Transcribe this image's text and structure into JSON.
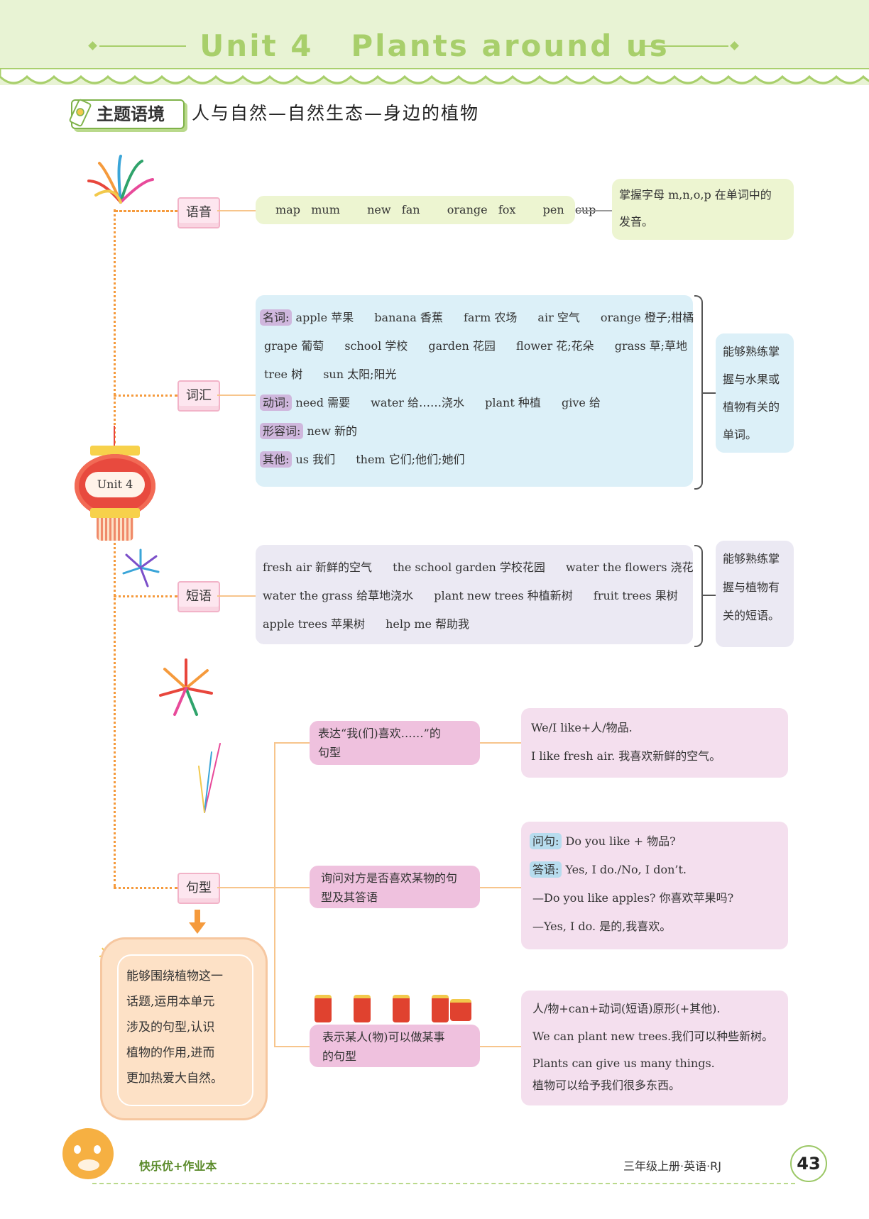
{
  "header": {
    "title": "Unit 4   Plants around us"
  },
  "theme": {
    "tag": "主题语境",
    "text": "人与自然—自然生态—身边的植物"
  },
  "center": {
    "label": "Unit 4"
  },
  "categories": {
    "pronunciation": "语音",
    "vocabulary": "词汇",
    "phrases": "短语",
    "sentences": "句型"
  },
  "pronunciation": {
    "words": [
      "map",
      "mum",
      "new",
      "fan",
      "orange",
      "fox",
      "pen",
      "cup"
    ],
    "goal_line1": "掌握字母 m,n,o,p 在单词中的",
    "goal_line2": "发音。"
  },
  "vocabulary": {
    "noun_label": "名词:",
    "noun_row1": [
      "apple 苹果",
      "banana 香蕉",
      "farm 农场",
      "air 空气",
      "orange 橙子;柑橘"
    ],
    "noun_row2": [
      "grape 葡萄",
      "school 学校",
      "garden 花园",
      "flower 花;花朵",
      "grass 草;草地"
    ],
    "noun_row3": [
      "tree 树",
      "sun 太阳;阳光"
    ],
    "verb_label": "动词:",
    "verbs": [
      "need 需要",
      "water 给……浇水",
      "plant 种植",
      "give 给"
    ],
    "adj_label": "形容词:",
    "adjs": [
      "new 新的"
    ],
    "other_label": "其他:",
    "others": [
      "us 我们",
      "them 它们;他们;她们"
    ],
    "goal": [
      "能够熟练掌",
      "握与水果或",
      "植物有关的",
      "单词。"
    ]
  },
  "phrases": {
    "row1": [
      "fresh air 新鲜的空气",
      "the school garden 学校花园",
      "water the flowers 浇花"
    ],
    "row2": [
      "water the grass 给草地浇水",
      "plant new trees 种植新树",
      "fruit trees 果树"
    ],
    "row3": [
      "apple trees 苹果树",
      "help me 帮助我"
    ],
    "goal": [
      "能够熟练掌",
      "握与植物有",
      "关的短语。"
    ]
  },
  "sentences": {
    "s1": {
      "title_line1": "表达“我(们)喜欢……”的",
      "title_line2": "句型",
      "lines": [
        "We/I like+人/物品.",
        "I like fresh air. 我喜欢新鲜的空气。"
      ]
    },
    "s2": {
      "title_line1": "询问对方是否喜欢某物的句",
      "title_line2": "型及其答语",
      "q_label": "问句:",
      "q_text": "Do you like + 物品?",
      "a_label": "答语:",
      "a_text": "Yes, I do./No, I don’t.",
      "ex1": "—Do you like apples? 你喜欢苹果吗?",
      "ex2": "—Yes, I do. 是的,我喜欢。"
    },
    "s3": {
      "title_line1": "表示某人(物)可以做某事",
      "title_line2": "的句型",
      "lines": [
        "人/物+can+动词(短语)原形(+其他).",
        "We can plant new trees.我们可以种些新树。",
        "Plants can give us many things.",
        "植物可以给予我们很多东西。"
      ]
    }
  },
  "summary": [
    "能够围绕植物这一",
    "话题,运用本单元",
    "涉及的句型,认识",
    "植物的作用,进而",
    "更加热爱大自然。"
  ],
  "footer": {
    "left": "快乐优+作业本",
    "right": "三年级上册·英语·RJ",
    "page": "43"
  },
  "colors": {
    "accent_green": "#a8cf6b",
    "orange": "#f59a3c",
    "lantern": "#e84a3e"
  }
}
